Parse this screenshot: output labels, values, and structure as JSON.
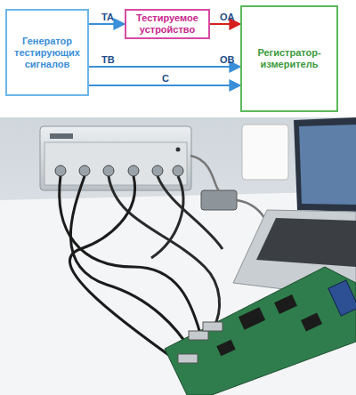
{
  "diagram": {
    "nodes": [
      {
        "text": [
          "Генератор тестирующих сигналов"
        ]
      },
      {
        "text": [
          "Тестируемое устройство"
        ]
      },
      {
        "text": [
          "Регистратор-измеритель"
        ]
      }
    ],
    "edges": [
      {
        "from": 0,
        "to": 1,
        "label": "TA",
        "arrow": "to"
      },
      {
        "from": 1,
        "to": 2,
        "label": "OA",
        "arrow": "to"
      },
      {
        "from": 0,
        "to": 2,
        "label": "TB",
        "arrow": "to"
      },
      {
        "from": 0,
        "to": 2,
        "label": "C",
        "arrow": "to"
      }
    ],
    "labels": [
      "OB"
    ]
  }
}
